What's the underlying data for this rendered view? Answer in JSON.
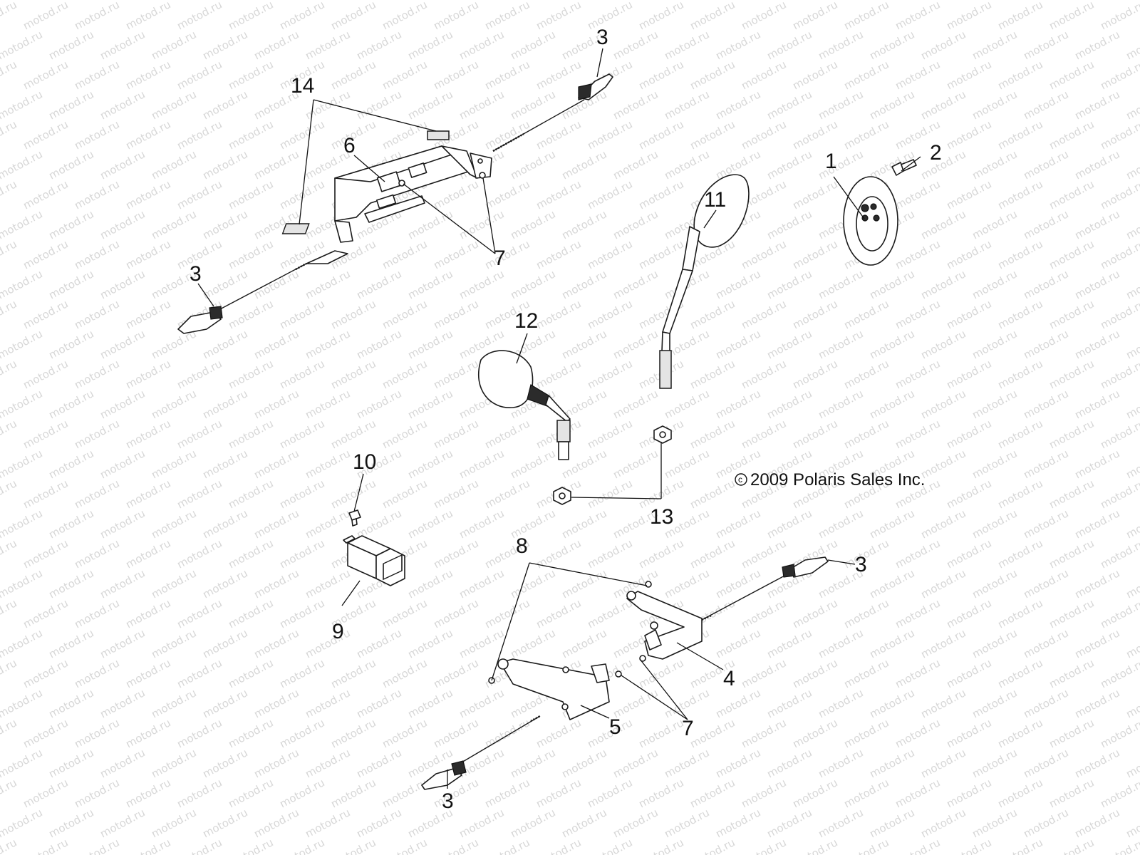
{
  "watermark": {
    "text": "motod.ru"
  },
  "copyright": {
    "text": "2009 Polaris Sales Inc.",
    "symbol": "c"
  },
  "callouts": {
    "c1": "1",
    "c2": "2",
    "c3a": "3",
    "c3b": "3",
    "c3c": "3",
    "c3d": "3",
    "c4": "4",
    "c5": "5",
    "c6": "6",
    "c7a": "7",
    "c7b": "7",
    "c8": "8",
    "c9": "9",
    "c10": "10",
    "c11": "11",
    "c12": "12",
    "c13": "13",
    "c14": "14"
  },
  "colors": {
    "line": "#1a1a1a",
    "watermark": "#d7d7d7",
    "background": "#ffffff"
  }
}
